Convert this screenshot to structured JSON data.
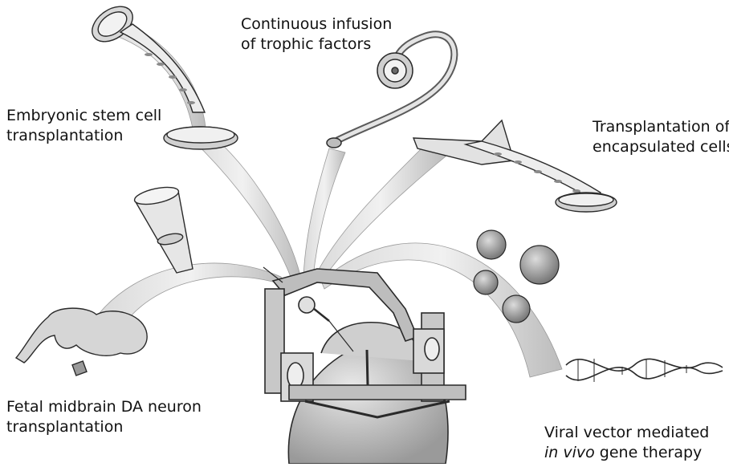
{
  "labels": {
    "embryonic": {
      "line1": "Embryonic stem cell",
      "line2": "transplantation"
    },
    "trophic": {
      "line1": "Continuous infusion",
      "line2": "of trophic factors"
    },
    "encapsulated": {
      "line1": "Transplantation of",
      "line2": "encapsulated cells"
    },
    "fetal": {
      "line1": "Fetal midbrain DA neuron",
      "line2": "transplantation"
    },
    "viral": {
      "line1": "Viral vector mediated",
      "line2_italic": "in vivo",
      "line2_rest": " gene therapy"
    }
  },
  "colors": {
    "ink": "#2a2a2a",
    "shade": "#bdbdbd",
    "light": "#e6e6e6"
  },
  "icons": [
    "petri-dish-icon",
    "cell-strip-icon",
    "infusion-pump-icon",
    "catheter-icon",
    "capsule-icon",
    "test-tube-icon",
    "brain-icon",
    "virus-icon",
    "dna-helix-icon",
    "stereotactic-frame-icon",
    "patient-head-icon"
  ]
}
